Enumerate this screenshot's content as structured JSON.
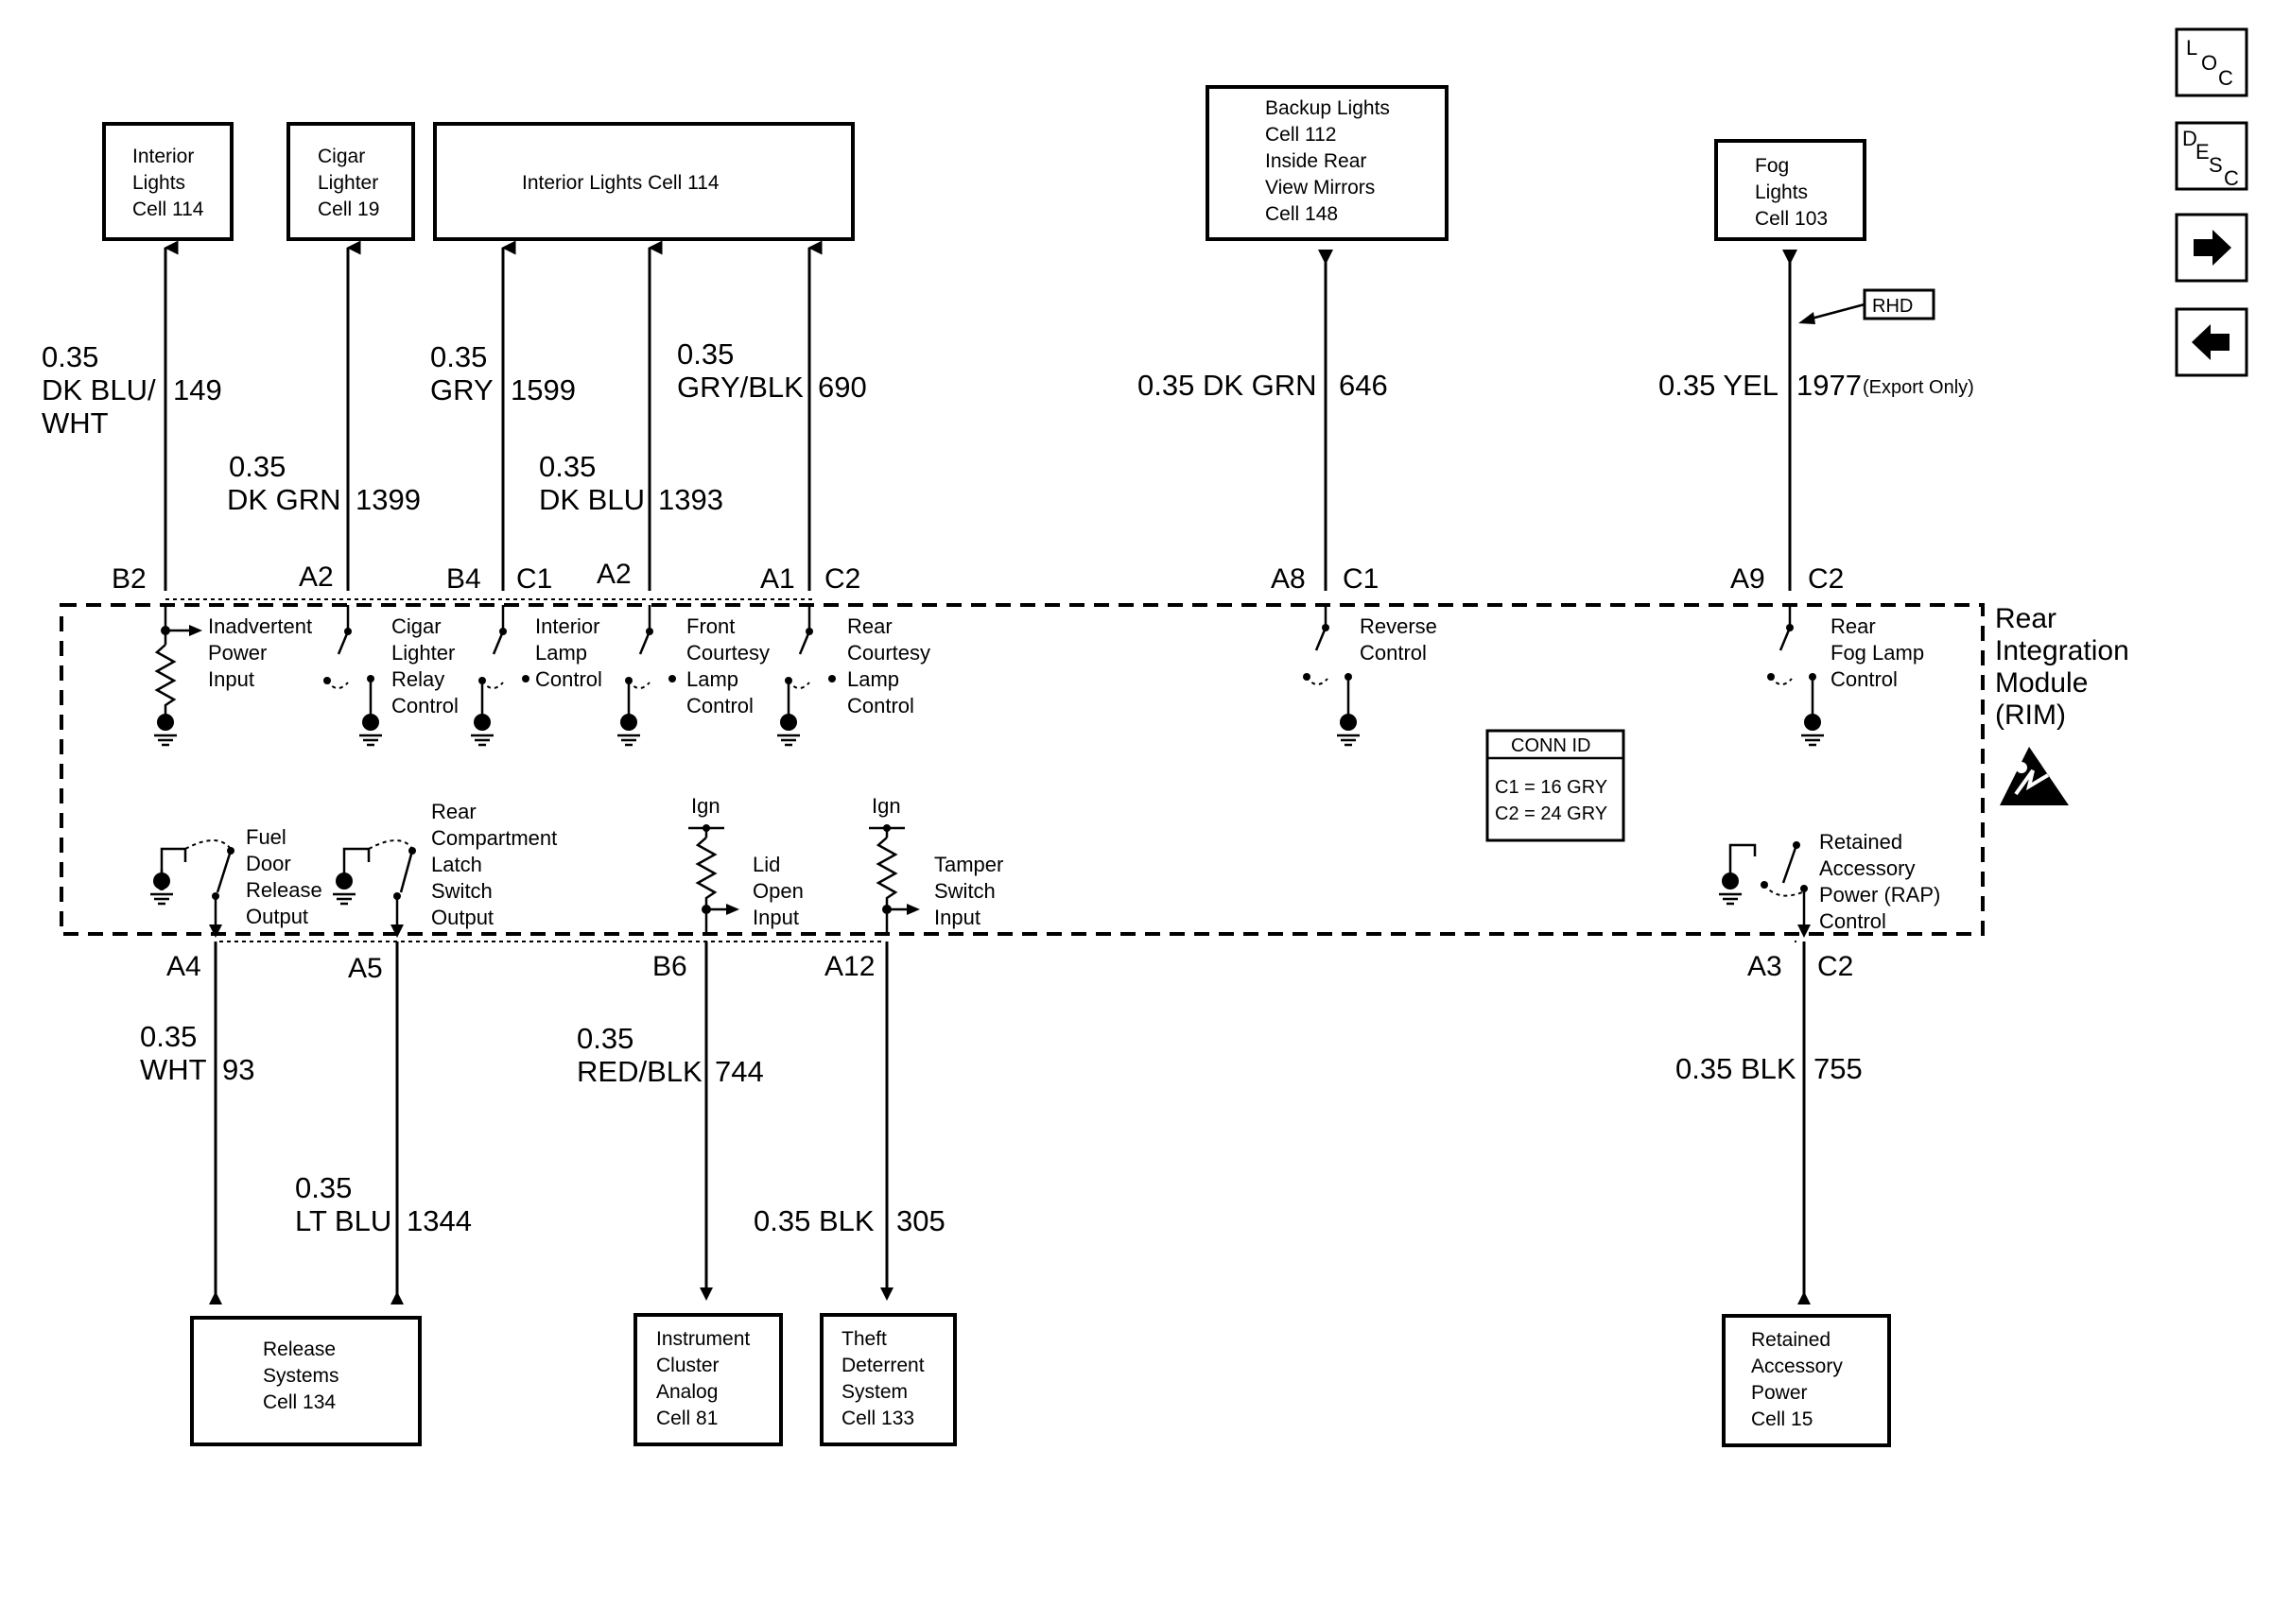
{
  "components": {
    "interior_lights_a": [
      "Interior",
      "Lights",
      "Cell 114"
    ],
    "cigar_lighter": [
      "Cigar",
      "Lighter",
      "Cell 19"
    ],
    "interior_lights_b": [
      "Interior Lights Cell 114"
    ],
    "backup_lights": [
      "Backup Lights",
      "Cell 112",
      "Inside Rear",
      "View Mirrors",
      "Cell 148"
    ],
    "fog_lights": [
      "Fog",
      "Lights",
      "Cell 103"
    ],
    "release_systems": [
      "Release",
      "Systems",
      "Cell 134"
    ],
    "instrument_cluster": [
      "Instrument",
      "Cluster",
      "Analog",
      "Cell 81"
    ],
    "theft_deterrent": [
      "Theft",
      "Deterrent",
      "System",
      "Cell 133"
    ],
    "retained_accessory": [
      "Retained",
      "Accessory",
      "Power",
      "Cell 15"
    ]
  },
  "wires": {
    "w149": {
      "lines": [
        "0.35",
        "DK BLU/",
        "WHT"
      ],
      "circuit": "149"
    },
    "w1399": {
      "lines": [
        "0.35",
        "DK GRN"
      ],
      "circuit": "1399"
    },
    "w1599": {
      "lines": [
        "0.35",
        "GRY"
      ],
      "circuit": "1599"
    },
    "w1393": {
      "lines": [
        "0.35",
        "DK BLU"
      ],
      "circuit": "1393"
    },
    "w690": {
      "lines": [
        "0.35",
        "GRY/BLK"
      ],
      "circuit": "690"
    },
    "w646": {
      "lines": [
        "0.35 DK GRN"
      ],
      "circuit": "646"
    },
    "w1977": {
      "lines": [
        "0.35 YEL"
      ],
      "circuit": "1977",
      "note": "(Export Only)"
    },
    "w93": {
      "lines": [
        "0.35",
        "WHT"
      ],
      "circuit": "93"
    },
    "w1344": {
      "lines": [
        "0.35",
        "LT BLU"
      ],
      "circuit": "1344"
    },
    "w744": {
      "lines": [
        "0.35",
        "RED/BLK"
      ],
      "circuit": "744"
    },
    "w305": {
      "lines": [
        "0.35 BLK"
      ],
      "circuit": "305"
    },
    "w755": {
      "lines": [
        "0.35 BLK"
      ],
      "circuit": "755"
    }
  },
  "pins": {
    "b2": "B2",
    "a2_cig": "A2",
    "b4": "B4",
    "c1_int": "C1",
    "a2_front": "A2",
    "a1": "A1",
    "c2_rear": "C2",
    "a8": "A8",
    "c1_rev": "C1",
    "a9": "A9",
    "c2_fog": "C2",
    "a4": "A4",
    "a5": "A5",
    "b6": "B6",
    "a12": "A12",
    "a3": "A3",
    "c2_rap": "C2"
  },
  "functions": {
    "inadvertent": [
      "Inadvertent",
      "Power",
      "Input"
    ],
    "cigar_relay": [
      "Cigar",
      "Lighter",
      "Relay",
      "Control"
    ],
    "interior_lamp": [
      "Interior",
      "Lamp",
      "Control"
    ],
    "front_courtesy": [
      "Front",
      "Courtesy",
      "Lamp",
      "Control"
    ],
    "rear_courtesy": [
      "Rear",
      "Courtesy",
      "Lamp",
      "Control"
    ],
    "reverse": [
      "Reverse",
      "Control"
    ],
    "rear_fog": [
      "Rear",
      "Fog Lamp",
      "Control"
    ],
    "fuel_door": [
      "Fuel",
      "Door",
      "Release",
      "Output"
    ],
    "rear_compartment": [
      "Rear",
      "Compartment",
      "Latch",
      "Switch",
      "Output"
    ],
    "lid_open": [
      "Lid",
      "Open",
      "Input"
    ],
    "tamper": [
      "Tamper",
      "Switch",
      "Input"
    ],
    "rap": [
      "Retained",
      "Accessory",
      "Power (RAP)",
      "Control"
    ]
  },
  "ign_label": "Ign",
  "rhd_label": "RHD",
  "module": {
    "lines": [
      "Rear",
      "Integration",
      "Module",
      "(RIM)"
    ]
  },
  "conn_id": {
    "title": "CONN ID",
    "c1": "C1 = 16 GRY",
    "c2": "C2 = 24 GRY"
  },
  "nav": {
    "loc": {
      "l1": "L",
      "l2": "O",
      "l3": "C"
    },
    "desc": {
      "l1": "D",
      "l2": "E",
      "l3": "S",
      "l4": "C"
    },
    "next_icon": "arrow-right-icon",
    "prev_icon": "arrow-left-icon"
  }
}
